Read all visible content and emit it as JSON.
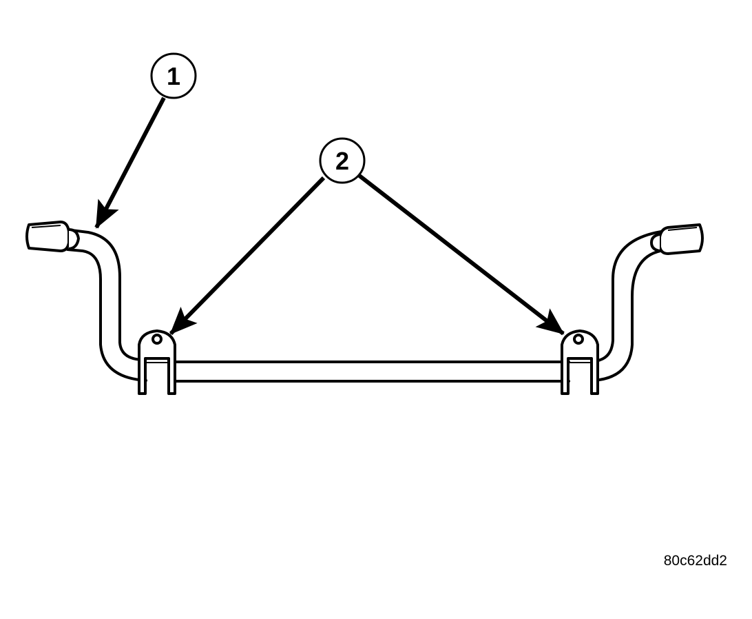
{
  "figure": {
    "id": "80c62dd2"
  },
  "callouts": [
    {
      "number": "1"
    },
    {
      "number": "2"
    }
  ],
  "colors": {
    "line": "#000000",
    "background": "#ffffff"
  }
}
